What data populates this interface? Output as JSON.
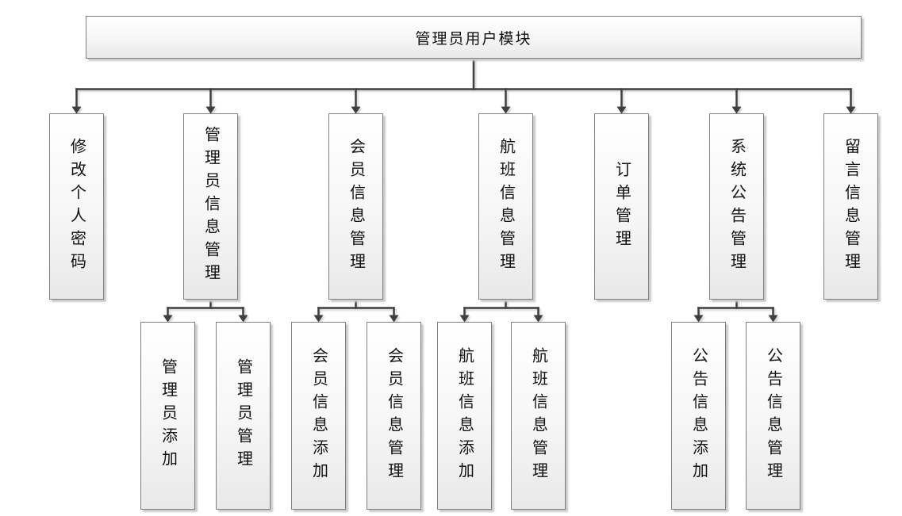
{
  "colors": {
    "connector_line": "#3f3f3f",
    "box_border": "#7f7f7f",
    "box_fill_top": "#ffffff",
    "box_fill_bottom": "#e8e8e8",
    "box_shadow": "#c9c9c9",
    "text": "#111111",
    "background": "#ffffff"
  },
  "nodes": {
    "root": {
      "label": "管理员用户模块"
    },
    "l2": [
      {
        "label": "修改个人密码",
        "children": []
      },
      {
        "label": "管理员信息管理",
        "children": [
          {
            "label": "管理员添加"
          },
          {
            "label": "管理员管理"
          }
        ]
      },
      {
        "label": "会员信息管理",
        "children": [
          {
            "label": "会员信息添加"
          },
          {
            "label": "会员信息管理"
          }
        ]
      },
      {
        "label": "航班信息管理",
        "children": [
          {
            "label": "航班信息添加"
          },
          {
            "label": "航班信息管理"
          }
        ]
      },
      {
        "label": "订单管理",
        "children": []
      },
      {
        "label": "系统公告管理",
        "children": [
          {
            "label": "公告信息添加"
          },
          {
            "label": "公告信息管理"
          }
        ]
      },
      {
        "label": "留言信息管理",
        "children": []
      }
    ]
  }
}
